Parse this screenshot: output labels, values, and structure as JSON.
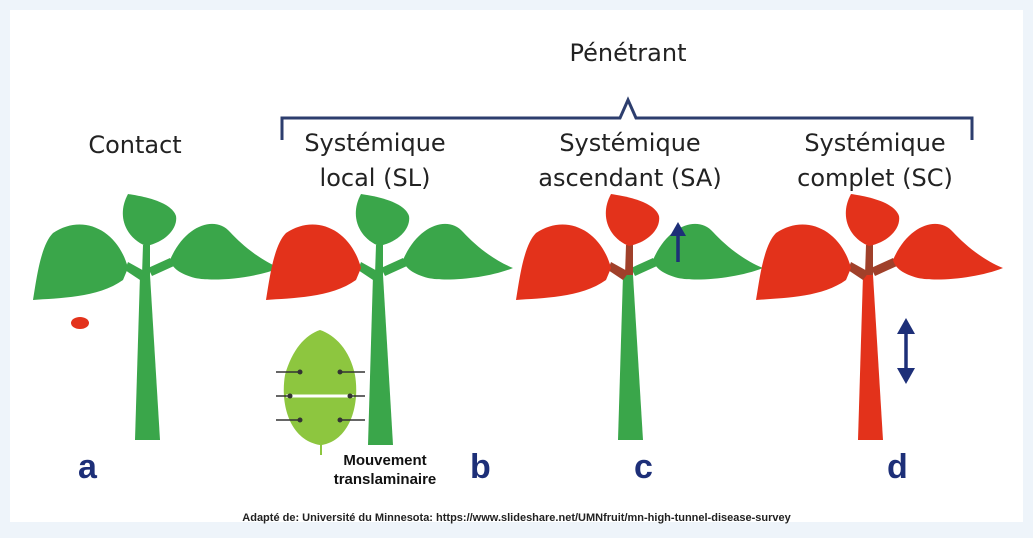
{
  "labels": {
    "penetrant": "Pénétrant",
    "contact": "Contact",
    "sl_line1": "Systémique",
    "sl_line2": "local (SL)",
    "sa_line1": "Systémique",
    "sa_line2": "ascendant (SA)",
    "sc_line1": "Systémique",
    "sc_line2": "complet (SC)"
  },
  "panel_letters": [
    "a",
    "b",
    "c",
    "d"
  ],
  "caption": {
    "line1": "Mouvement",
    "line2": "translaminaire"
  },
  "source": "Adapté de: Université du Minnesota: https://www.slideshare.net/UMNfruit/mn-high-tunnel-disease-survey",
  "colors": {
    "healthy": "#3aa64a",
    "treated": "#e3321b",
    "arrow": "#1d2f78",
    "translaminar_leaf": "#8dc63f",
    "bracket": "#2d3e6e"
  }
}
